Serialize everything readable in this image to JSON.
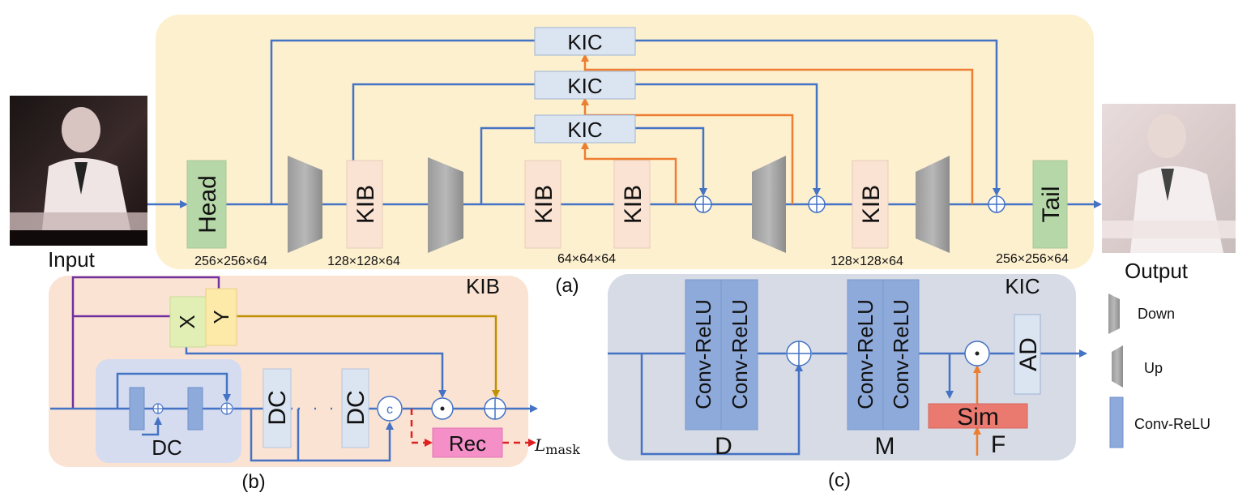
{
  "photos": {
    "input_label": "Input",
    "output_label": "Output"
  },
  "panel_a": {
    "caption": "(a)",
    "head": "Head",
    "tail": "Tail",
    "kib": "KIB",
    "kic": "KIC",
    "dims": [
      "256×256×64",
      "128×128×64",
      "64×64×64",
      "128×128×64",
      "256×256×64"
    ]
  },
  "panel_b": {
    "caption": "(b)",
    "title": "KIB",
    "x": "X",
    "y": "Y",
    "dc": "DC",
    "dots": "· · ·",
    "concat": "c",
    "rec": "Rec",
    "loss_main": "L",
    "loss_sub": "mask"
  },
  "panel_c": {
    "caption": "(c)",
    "title": "KIC",
    "conv": "Conv-ReLU",
    "d": "D",
    "m": "M",
    "sim": "Sim",
    "f": "F",
    "ad": "AD"
  },
  "legend": {
    "down": "Down",
    "up": "Up",
    "conv": "Conv-ReLU"
  },
  "colors": {
    "blue_line": "#4472c4",
    "orange_line": "#ed7d31",
    "purple_line": "#7030a0",
    "gold_line": "#bf9000",
    "red_dash": "#e02020",
    "panel_a_bg": "#fdf0cf",
    "panel_b_bg": "#fbe3d3",
    "panel_c_bg": "#d6dbe5"
  }
}
